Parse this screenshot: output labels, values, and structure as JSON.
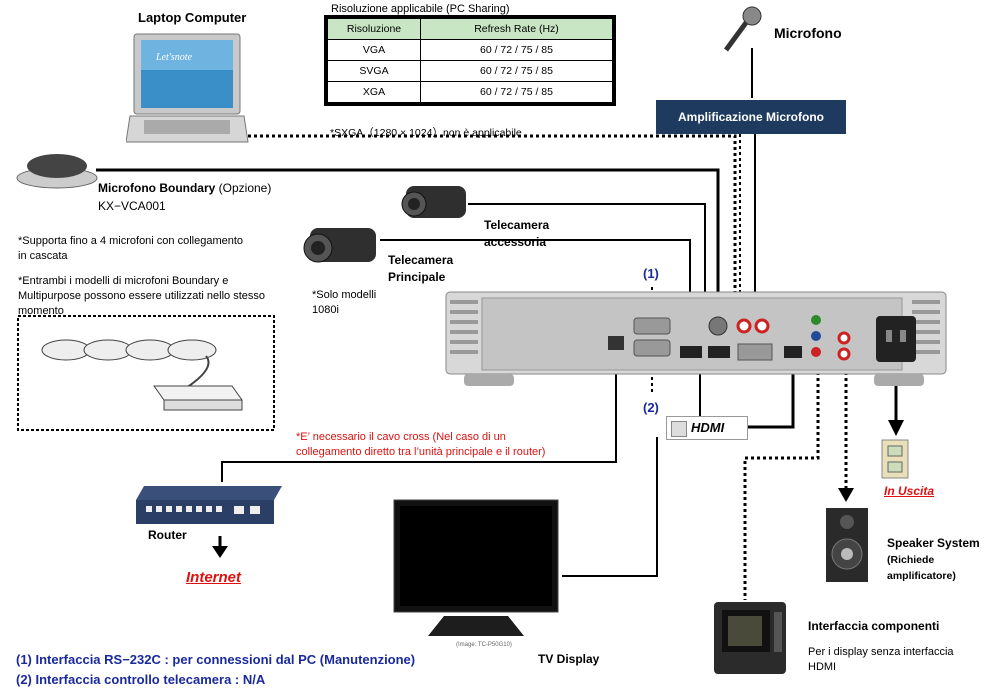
{
  "laptop": {
    "title": "Laptop Computer",
    "screen_brand": "Let'snote"
  },
  "resolution_table": {
    "caption": "Risoluzione applicabile (PC Sharing)",
    "header": [
      "Risoluzione",
      "Refresh Rate (Hz)"
    ],
    "rows": [
      [
        "VGA",
        "60 / 72 / 75 / 85"
      ],
      [
        "SVGA",
        "60 / 72 / 75 / 85"
      ],
      [
        "XGA",
        "60 / 72 / 75 / 85"
      ]
    ],
    "note": "*SXGA（1280 × 1024）non è applicabile"
  },
  "microphone": {
    "label": "Microfono",
    "amp_label": "Amplificazione Microfono"
  },
  "boundary_mic": {
    "title_bold": "Microfono Boundary",
    "title_suffix": " (Opzione)",
    "model": "KX−VCA001",
    "note1": "*Supporta fino a 4 microfoni con collegamento in cascata",
    "note2": "*Entrambi i modelli di microfoni Boundary e Multipurpose possono essere utilizzati nello stesso momento"
  },
  "cameras": {
    "accessory": "Telecamera accessoria",
    "main": "Telecamera Principale",
    "main_note": "*Solo modelli 1080i"
  },
  "markers": {
    "rs232": "(1)",
    "camera_ctrl": "(2)"
  },
  "hdmi_logo": "HDMI",
  "cross_cable_note": "*E’ necessario il cavo cross (Nel caso di un collegamento diretto tra l’unità principale e il router)",
  "router": {
    "label": "Router",
    "internet": "Internet"
  },
  "tv": {
    "label": "TV Display",
    "image_caption": "(Image: TC-P50G10)"
  },
  "outlet": {
    "label": "In Uscita"
  },
  "speaker": {
    "label_bold": "Speaker System",
    "label_suffix": " (Richiede amplificatore)"
  },
  "component": {
    "title": "Interfaccia componenti",
    "note": "Per i display senza interfaccia HDMI"
  },
  "legend": {
    "line1": "(1) Interfaccia RS−232C : per connessioni dal PC (Manutenzione)",
    "line2": "(2) Interfaccia controllo telecamera : N/A"
  },
  "colors": {
    "amp_bg": "#1f3a5f",
    "table_header": "#c8e6c4",
    "red_text": "#d11111",
    "blue_text": "#1a2a9c"
  }
}
